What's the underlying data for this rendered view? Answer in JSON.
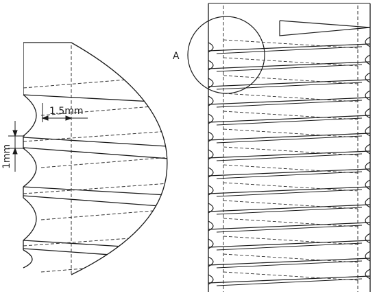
{
  "labels": {
    "detail": "A",
    "pitch_dim": "1.5mm",
    "depth_dim": "1mm"
  },
  "colors": {
    "stroke": "#1a1a1a",
    "background": "#ffffff"
  }
}
